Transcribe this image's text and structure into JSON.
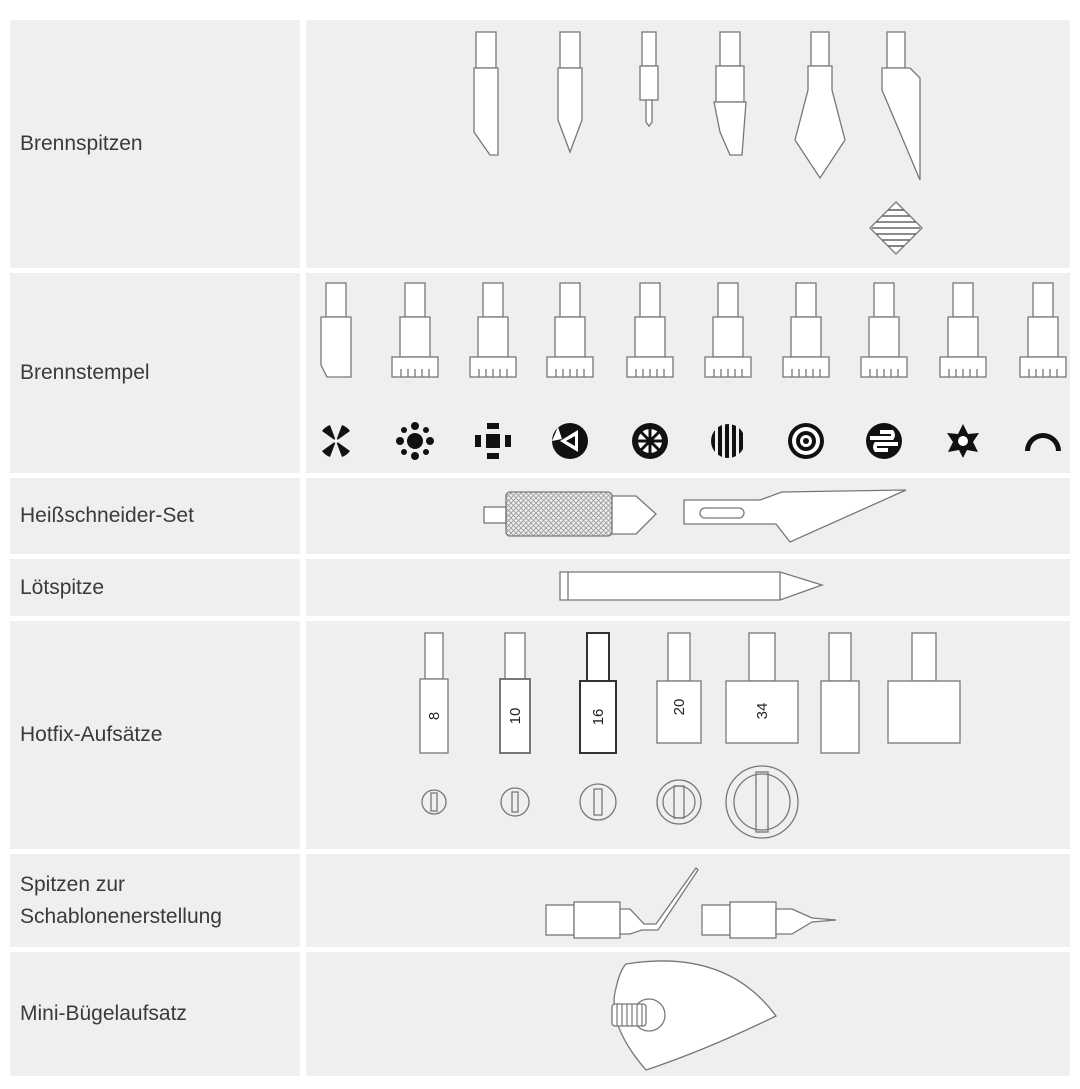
{
  "rows": [
    {
      "label": "Brennspitzen"
    },
    {
      "label": "Brennstempel"
    },
    {
      "label": "Heißschneider-Set"
    },
    {
      "label": "Lötspitze"
    },
    {
      "label": "Hotfix-Aufsätze"
    },
    {
      "label": "Spitzen zur\nSchablonenerstellung"
    },
    {
      "label": "Mini-Bügelaufsatz"
    }
  ],
  "hotfix": {
    "sizes": [
      "8",
      "10",
      "16",
      "20",
      "34"
    ]
  }
}
